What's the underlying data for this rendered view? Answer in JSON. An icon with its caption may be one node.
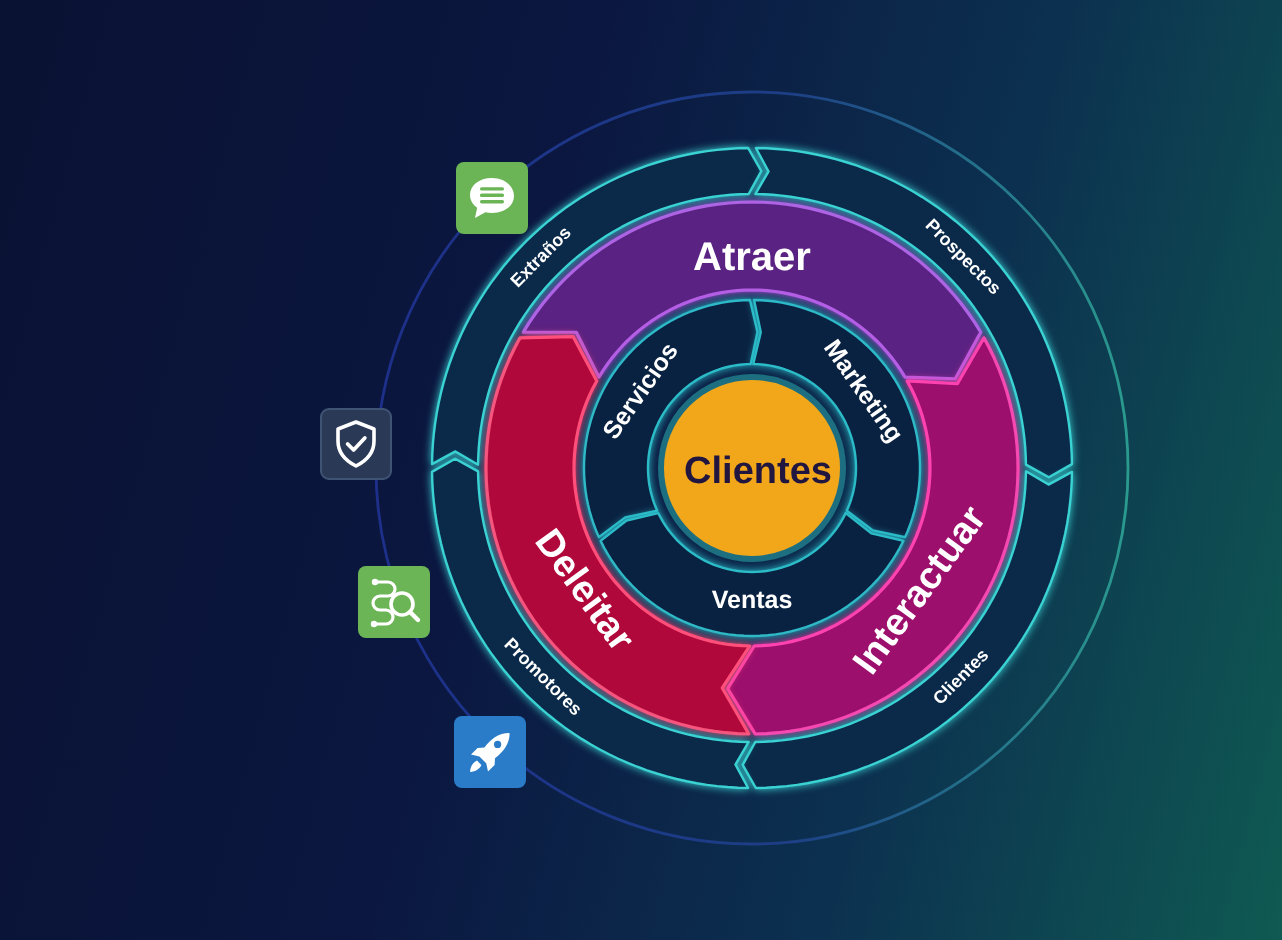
{
  "diagram": {
    "nodes": [
      {
        "text": [
          "Clientes"
        ]
      },
      {
        "text": [
          "Servicios"
        ]
      },
      {
        "text": [
          "Marketing"
        ]
      },
      {
        "text": [
          "Ventas"
        ]
      },
      {
        "text": [
          "Atraer"
        ]
      },
      {
        "text": [
          "Interactuar"
        ]
      },
      {
        "text": [
          "Deleitar"
        ]
      },
      {
        "text": [
          "Extraños"
        ]
      },
      {
        "text": [
          "Prospectos"
        ]
      },
      {
        "text": [
          "Clientes"
        ]
      },
      {
        "text": [
          "Promotores"
        ]
      }
    ]
  }
}
